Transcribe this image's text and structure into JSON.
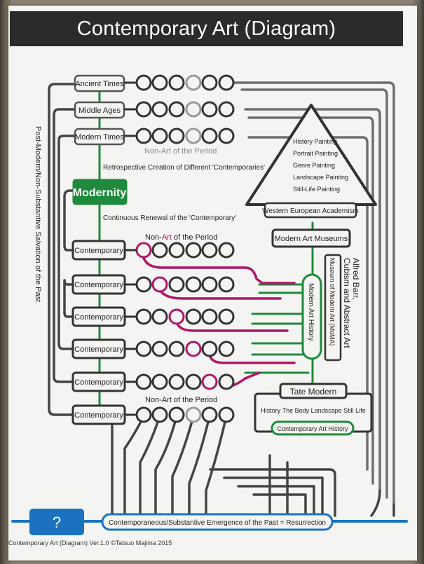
{
  "title": "Contemporary Art (Diagram)",
  "periods": [
    "Ancient Times",
    "Middle Ages",
    "Modern Times"
  ],
  "modernity": "Modernity",
  "contemporary": "Contemporary",
  "non_art": "Non-Art of the Period",
  "non_art_highlight": {
    "before": "Non-",
    "accent": "Art",
    "after": " of the Period"
  },
  "retrospective": "Retrospective Creation of Different 'Contemporaries'",
  "continuous": "Continuous Renewal of the 'Contemporary'",
  "left_vertical": "Post-Modern/Non-Substantive Salvation of the Past",
  "academism": "Western European Academism",
  "genres": [
    "History Painting",
    "Portrait Painting",
    "Genre Painting",
    "Landscape Painting",
    "Still-Life Painting"
  ],
  "modern_art_museums": "Modern Art Museums",
  "modern_art_history": "Modern Art History",
  "moma": "Museum of Modern Art (MoMA)",
  "barr_line1": "Alfred Barr,",
  "barr_line2": "Cubism and Abstract Art",
  "tate": "Tate Modern",
  "tate_topics": "History  The Body  Landscape  Still Life",
  "contemporary_art_history": "Contemporary Art History",
  "question": "?",
  "bottom_bar": "Contemporaneous/Substantive Emergence of the Past = Resurrection",
  "footer": "Contemporary Art (Diagram) Ver.1.0  ©Tatsuo Majima 2015",
  "colors": {
    "accent": "#1f8a3c",
    "magenta": "#b0166a",
    "blue": "#1b73c0",
    "dark": "#333333",
    "gray": "#8f8f8f"
  }
}
